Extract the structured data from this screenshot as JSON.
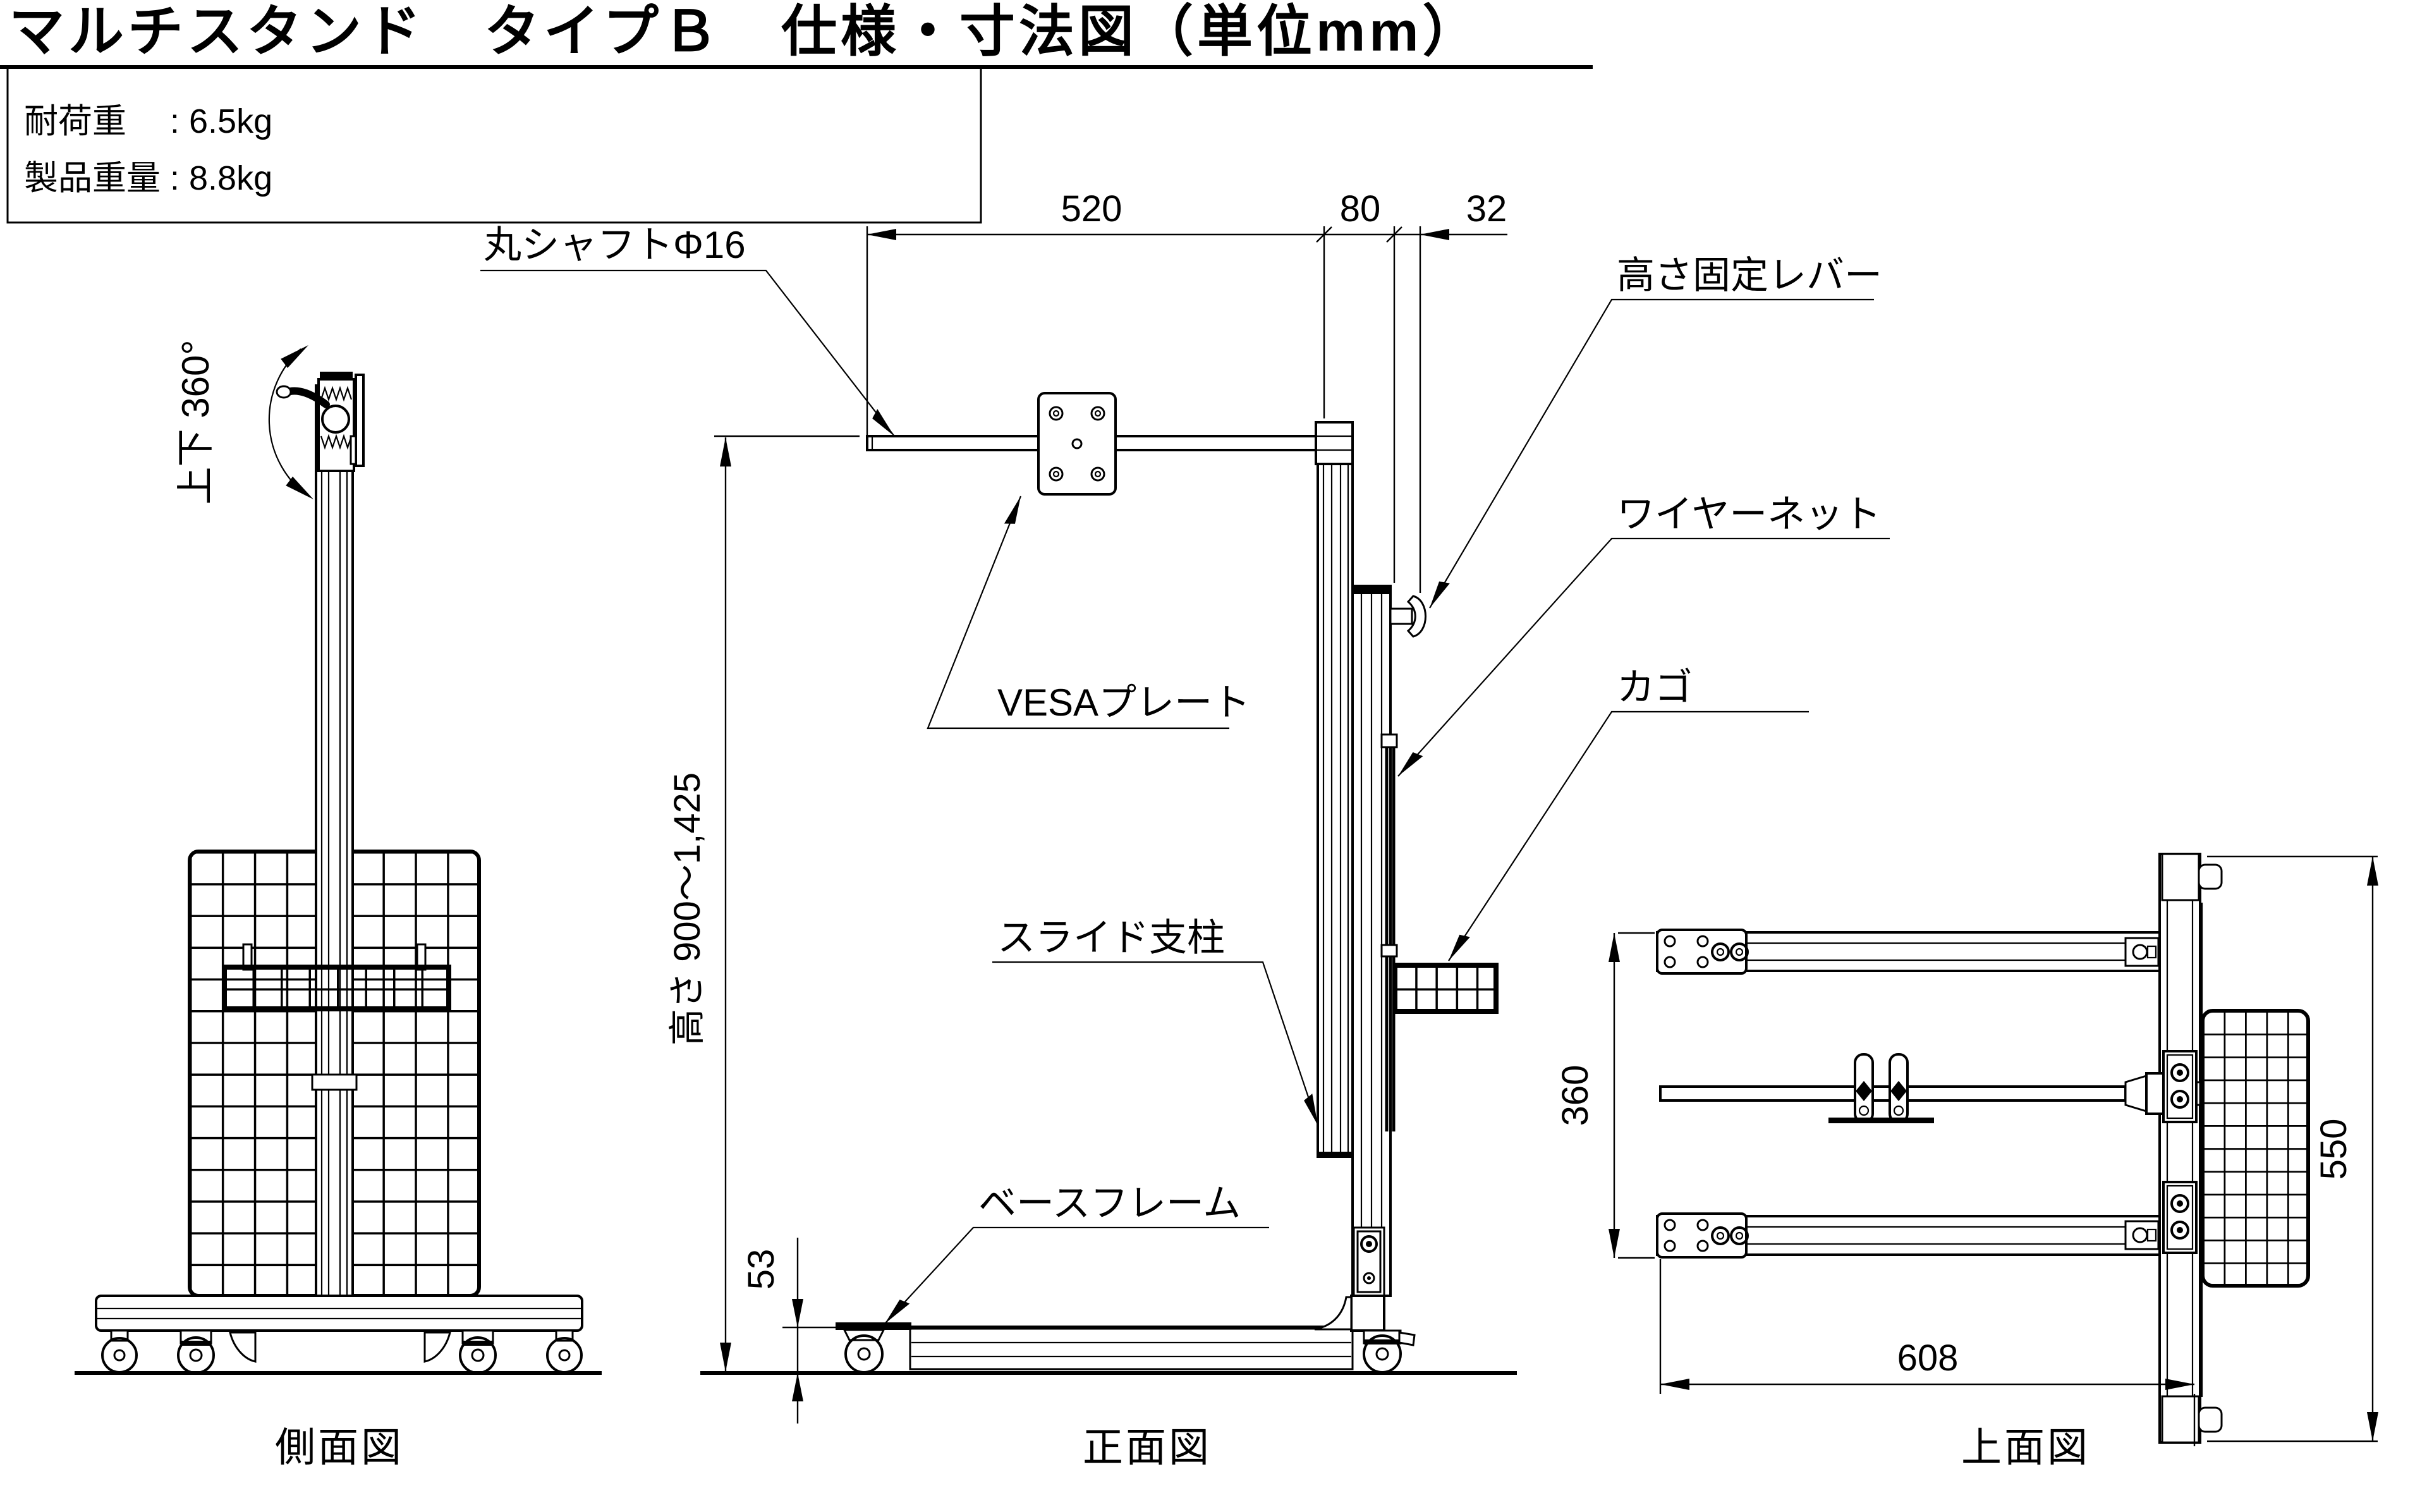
{
  "title": "マルチスタンド　タイプＢ　仕様・寸法図（単位mm）",
  "specs": {
    "load": {
      "label": "耐荷重",
      "separator": "　 : ",
      "value": "6.5kg"
    },
    "weight": {
      "label": "製品重量",
      "separator": " : ",
      "value": "8.8kg"
    }
  },
  "parts": {
    "round_shaft": "丸シャフトΦ16",
    "vesa_plate": "VESAプレート",
    "height_lock_lever": "高さ固定レバー",
    "wire_net": "ワイヤーネット",
    "basket": "カゴ",
    "slide_column": "スライド支柱",
    "base_frame": "ベースフレーム"
  },
  "dimensions": {
    "arm_length": "520",
    "arm_to_column": "80",
    "lever_offset": "32",
    "height_range": "高さ 900～1,425",
    "base_frame_height": "53",
    "leg_pitch": "360",
    "base_depth": "550",
    "base_width": "608",
    "tilt_range": "上下 360°"
  },
  "views": {
    "side": "側面図",
    "front": "正面図",
    "top": "上面図"
  },
  "colors": {
    "line": "#000000",
    "background": "#ffffff"
  }
}
